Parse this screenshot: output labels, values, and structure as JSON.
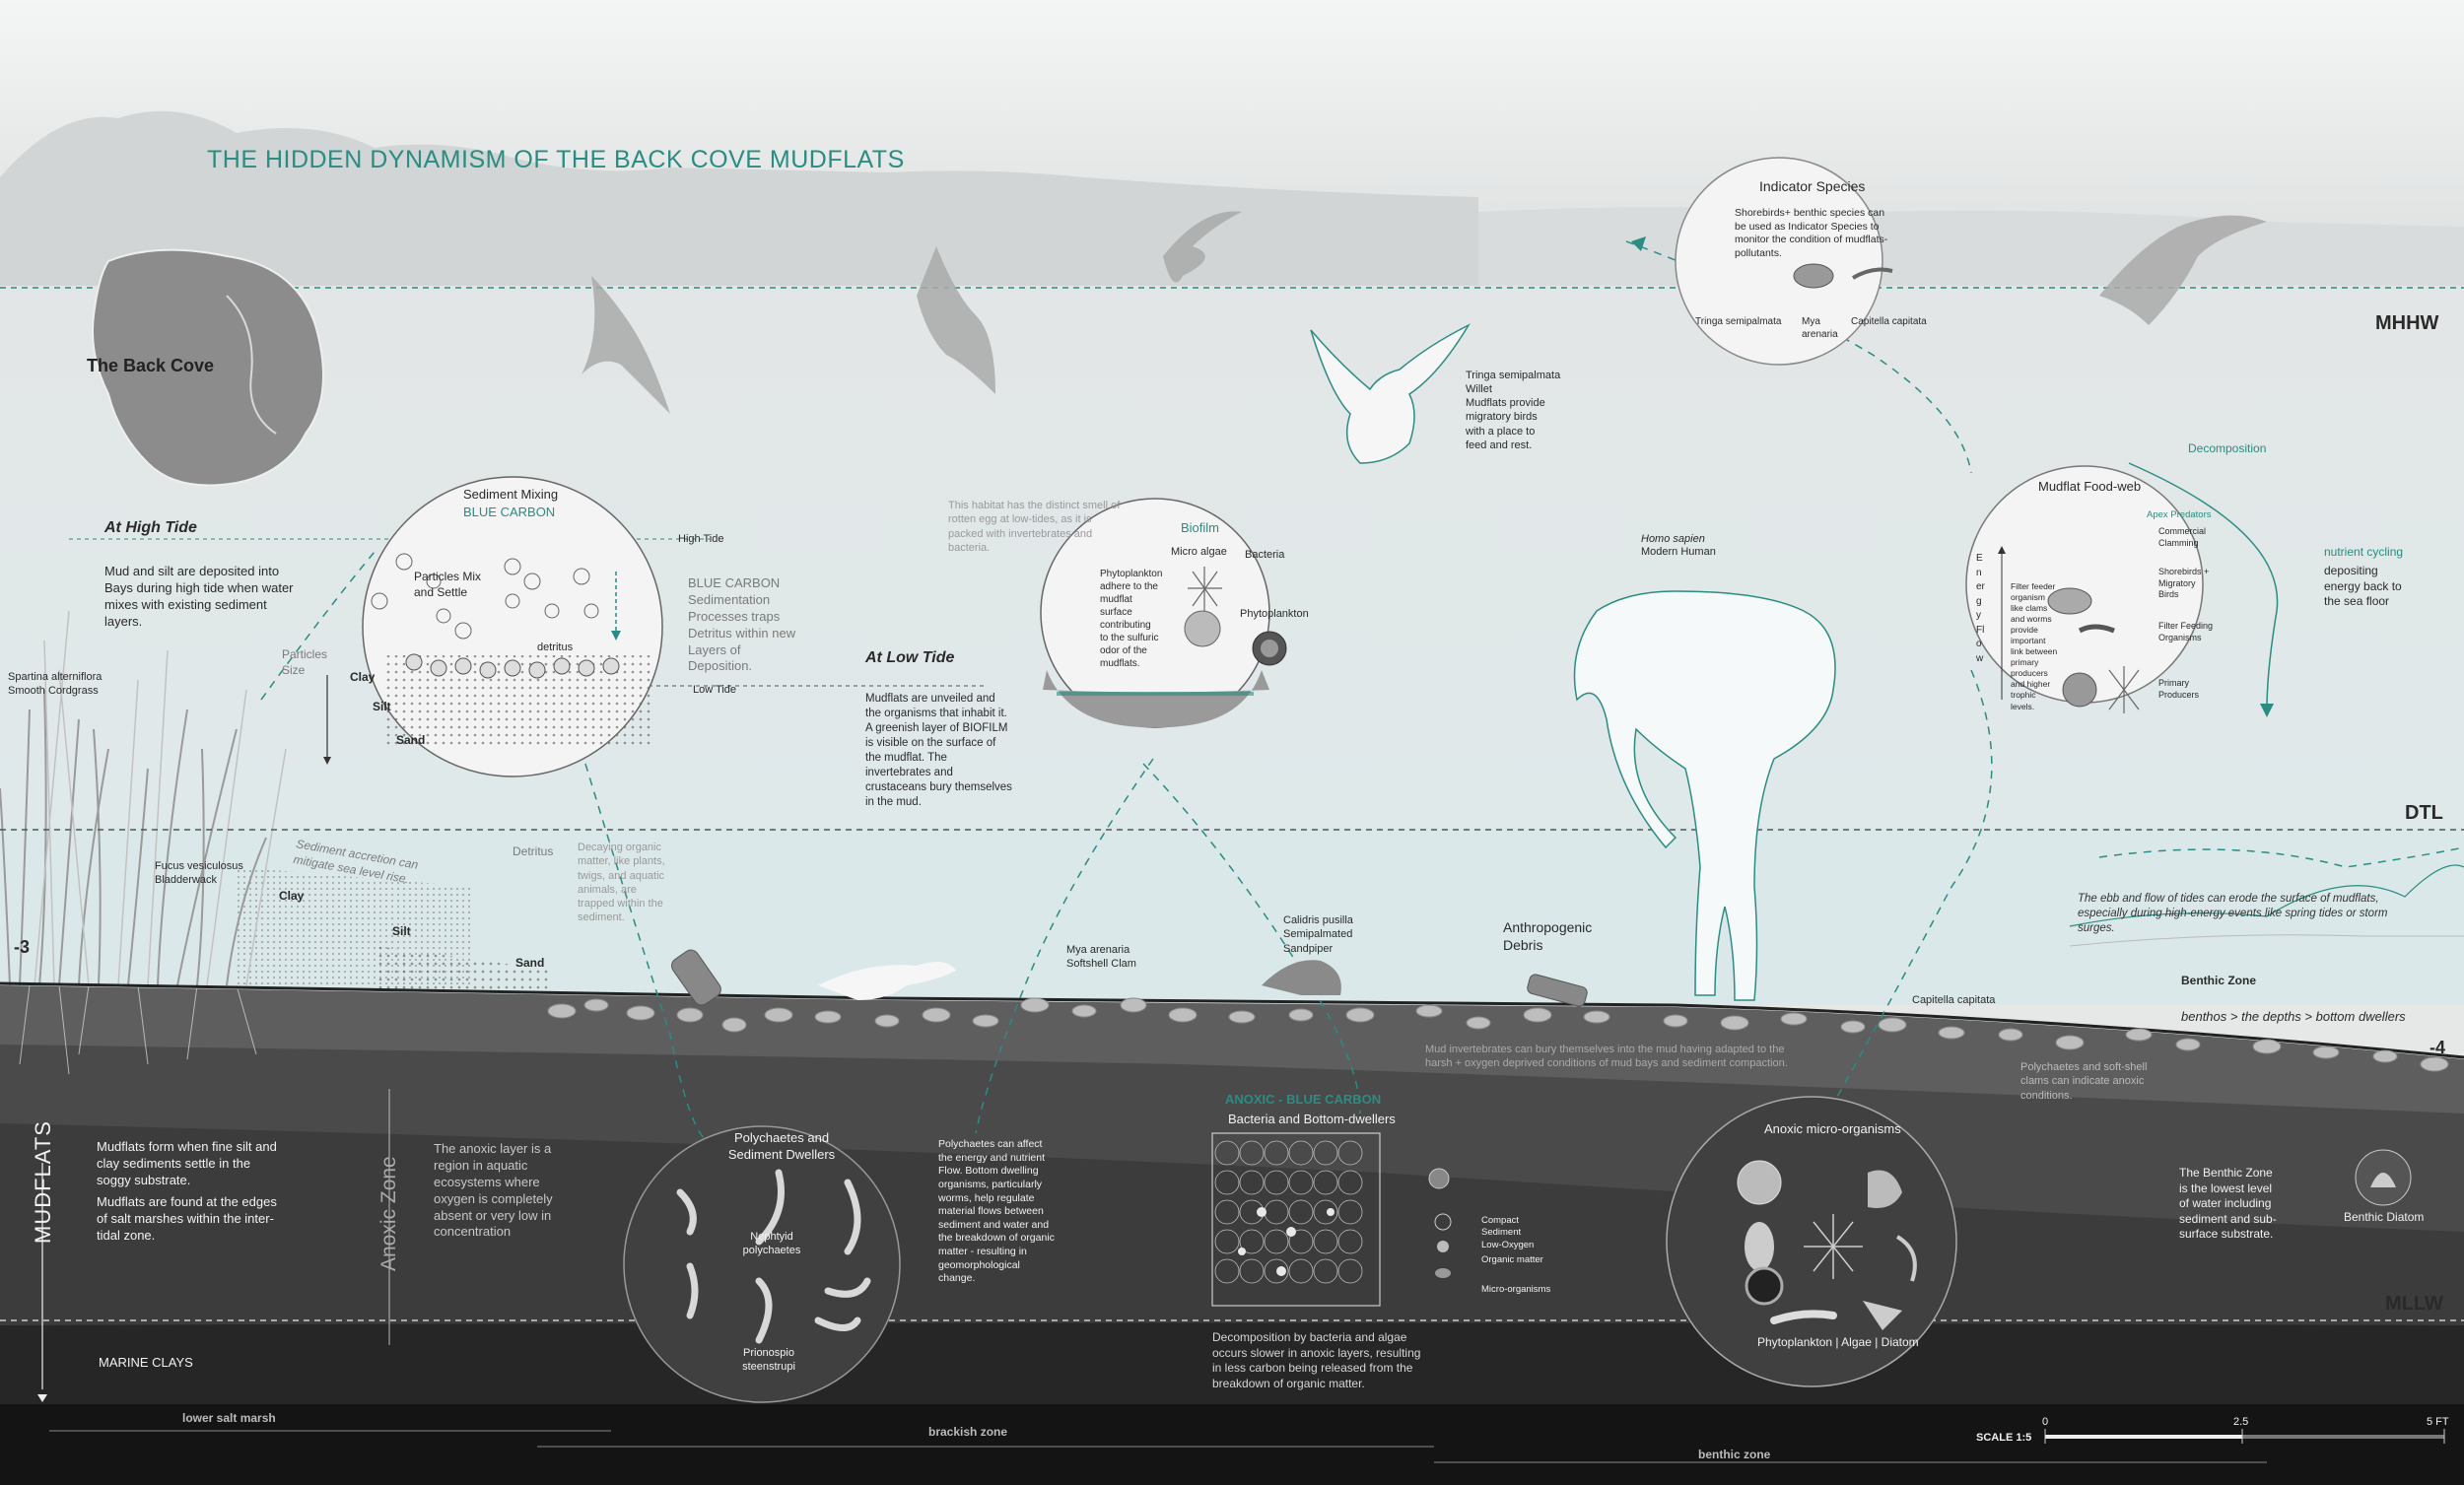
{
  "title": "THE HIDDEN DYNAMISM OF THE BACK COVE MUDFLATS",
  "map": {
    "label": "The Back Cove"
  },
  "tide_levels": {
    "mhhw": "MHHW",
    "dtl": "DTL",
    "mllw": "MLLW",
    "minus3": "-3",
    "minus4": "-4"
  },
  "high_tide": {
    "heading": "At High Tide",
    "body": "Mud and silt are deposited into Bays during high tide when water mixes with existing sediment layers."
  },
  "low_tide": {
    "heading": "At Low Tide",
    "body": "Mudflats are unveiled and the organisms that inhabit it. A greenish layer of BIOFILM is visible on the surface of the mudflat. The invertebrates and crustaceans bury themselves in the mud."
  },
  "sediment_mixing": {
    "title": "Sediment Mixing",
    "subtitle": "BLUE CARBON",
    "particles": "Particles Mix and Settle",
    "detritus": "detritus",
    "high_tide": "High Tide",
    "low_tide": "Low Tide",
    "clay": "Clay",
    "silt": "Silt",
    "sand": "Sand",
    "particles_size": "Particles Size"
  },
  "blue_carbon_note": "BLUE CARBON Sedimentation Processes traps Detritus within new Layers of Deposition.",
  "spartina": "Spartina alterniflora Smooth Cordgrass",
  "fucus": "Fucus vesiculosus Bladderwack",
  "clay2": "Clay",
  "silt2": "Silt",
  "sand2": "Sand",
  "accretion_note": "Sediment accretion can mitigate sea level rise.",
  "detritus_label": "Detritus",
  "detritus_desc": "Decaying organic matter, like plants, twigs, and aquatic animals, are trapped within the sediment.",
  "biofilm": {
    "intro": "This habitat has the distinct smell of rotten egg at low-tides, as it is packed with invertebrates and bacteria.",
    "title": "Biofilm",
    "micro_algae": "Micro algae",
    "bacteria": "Bacteria",
    "phytoplankton": "Phytoplankton",
    "desc": "Phytoplankton adhere to the mudflat surface contributing to the sulfuric odor of the mudflats."
  },
  "indicator": {
    "title": "Indicator Species",
    "desc": "Shorebirds+ benthic species can be used as Indicator Species to monitor the condition of mudflats- pollutants.",
    "sp1": "Tringa semipalmata",
    "sp2": "Mya arenaria",
    "sp3": "Capitella capitata"
  },
  "willet": {
    "name": "Tringa semipalmata Willet",
    "desc": "Mudflats provide migratory birds with a place to feed and rest."
  },
  "foodweb": {
    "title": "Mudflat Food-web",
    "energy": "Energy Flow",
    "filter_desc": "Filter feeder organism like clams and worms provide important link between primary producers and higher trophic levels.",
    "apex": "Apex Predators",
    "commercial": "Commercial Clamming",
    "shorebirds": "Shorebirds + Migratory Birds",
    "filter": "Filter Feeding Organisms",
    "primary": "Primary Producers",
    "decomposition": "Decomposition",
    "nutrient": "nutrient cycling",
    "nutrient_desc": "depositing energy back to the sea floor"
  },
  "human": {
    "name": "Homo sapien",
    "common": "Modern Human"
  },
  "tides_note": "The ebb and flow of tides can erode the surface of mudflats, especially during high-energy events like spring tides or storm surges.",
  "debris": "Anthropogenic Debris",
  "sandpiper": "Calidris pusilla Semipalmated Sandpiper",
  "clam": "Mya arenaria Softshell Clam",
  "capitella": "Capitella capitata",
  "benthic_zone": "Benthic Zone",
  "benthos": "benthos > the depths > bottom dwellers",
  "mud_invert": "Mud invertebrates can bury themselves into the mud having adapted to the harsh + oxygen deprived conditions of mud bays and sediment compaction.",
  "poly_anoxic": "Polychaetes and soft-shell clams can indicate anoxic conditions.",
  "mudflats_vertical": "MUDFLATS",
  "mudflats_desc1": "Mudflats form when fine silt and clay sediments settle in the soggy substrate.",
  "mudflats_desc2": "Mudflats are found at the edges of salt marshes within the inter-tidal zone.",
  "anoxic_zone": "Anoxic Zone",
  "anoxic_desc": "The anoxic layer is a region in aquatic ecosystems where oxygen is completely absent or very low in concentration",
  "marine_clays": "MARINE CLAYS",
  "polychaetes": {
    "title": "Polychaetes and Sediment Dwellers",
    "nephtyid": "Nephtyid polychaetes",
    "prionospio": "Prionospio steenstrupi"
  },
  "poly_desc": "Polychaetes can affect the energy and nutrient Flow. Bottom dwelling organisms, particularly worms, help regulate material flows between sediment and water and the breakdown of organic matter - resulting in geomorphological change.",
  "anoxic_bc": {
    "title": "ANOXIC - BLUE CARBON",
    "subtitle": "Bacteria and Bottom-dwellers",
    "compact": "Compact Sediment Low-Oxygen",
    "organic": "Organic matter",
    "micro": "Micro-organisms",
    "desc": "Decomposition by bacteria and algae occurs slower in anoxic layers, resulting in less carbon being released from the breakdown of organic matter."
  },
  "anoxic_micro": {
    "title": "Anoxic micro-organisms",
    "caption": "Phytoplankton | Algae | Diatom"
  },
  "benthic_desc": "The Benthic Zone is the lowest level of water including sediment and sub- surface substrate.",
  "benthic_diatom": "Benthic Diatom",
  "zones": {
    "salt_marsh": "lower salt marsh",
    "brackish": "brackish zone",
    "benthic": "benthic zone"
  },
  "scale": {
    "label": "SCALE 1:5",
    "t0": "0",
    "t1": "2.5",
    "t2": "5 FT"
  },
  "colors": {
    "teal": "#2a8c82",
    "dark": "#1a1a1a",
    "mud": "#3c3c3c",
    "water": "#d9e8e9"
  }
}
